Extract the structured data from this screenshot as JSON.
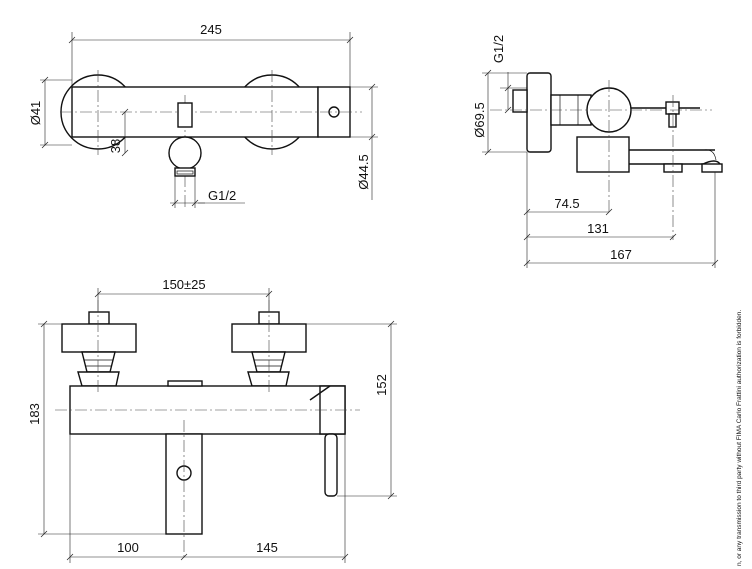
{
  "top_view": {
    "width": "245",
    "left_diameter": "Ø41",
    "offset": "38",
    "right_diameter": "Ø44.5",
    "inlet_thread": "G1/2"
  },
  "side_view": {
    "top_thread": "G1/2",
    "body_diameter": "Ø69.5",
    "depth_1": "74.5",
    "depth_2": "131",
    "depth_3": "167"
  },
  "front_view": {
    "centers": "150±25",
    "height_total": "183",
    "height_right": "152",
    "offset_left": "100",
    "offset_right": "145"
  },
  "copyright": "n, or any transmission to third party without FIMA Carlo Frattini authorization is forbidden."
}
